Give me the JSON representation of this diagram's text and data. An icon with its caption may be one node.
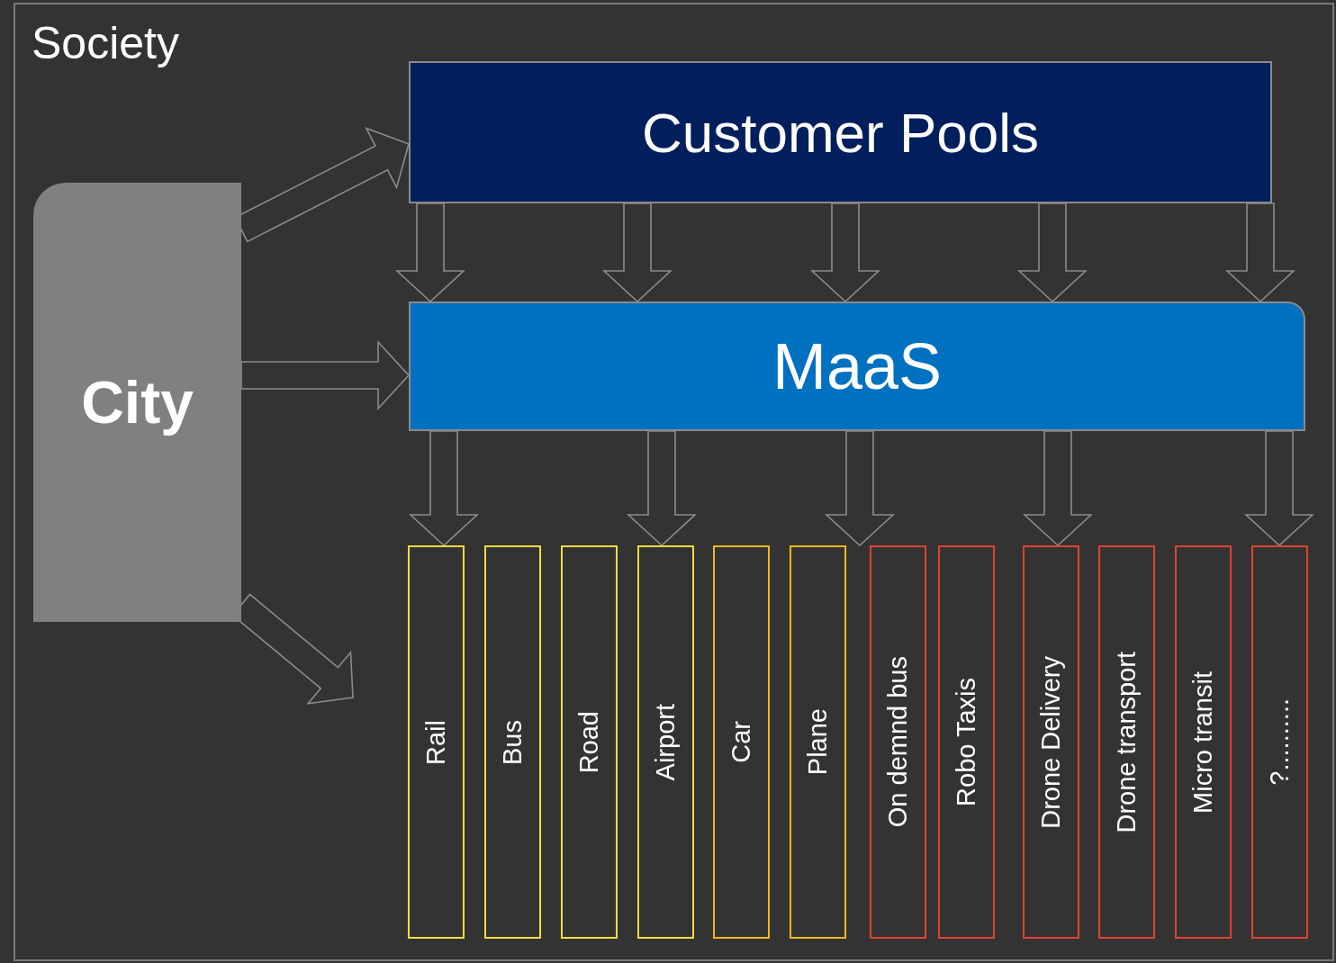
{
  "diagram": {
    "nodes": [
      {
        "text": [
          "Society"
        ]
      },
      {
        "text": [
          "City"
        ],
        "in": 0
      },
      {
        "text": [
          "Customer Pools"
        ],
        "in": 0
      },
      {
        "text": [
          "MaaS"
        ],
        "in": 0
      },
      {
        "text": [
          "Rail"
        ],
        "in": 0
      },
      {
        "text": [
          "Bus"
        ],
        "in": 0
      },
      {
        "text": [
          "Road"
        ],
        "in": 0
      },
      {
        "text": [
          "Airport"
        ],
        "in": 0
      },
      {
        "text": [
          "Car"
        ],
        "in": 0
      },
      {
        "text": [
          "Plane"
        ],
        "in": 0
      },
      {
        "text": [
          "On demnd bus"
        ],
        "in": 0
      },
      {
        "text": [
          "Robo Taxis"
        ],
        "in": 0
      },
      {
        "text": [
          "Drone Delivery"
        ],
        "in": 0
      },
      {
        "text": [
          "Drone transport"
        ],
        "in": 0
      },
      {
        "text": [
          "Micro transit"
        ],
        "in": 0
      },
      {
        "text": [
          "?.........."
        ],
        "in": 0
      }
    ],
    "edges": [
      {
        "from": 1,
        "to": 2,
        "arrow": "to"
      },
      {
        "from": 1,
        "to": 3,
        "arrow": "to"
      },
      {
        "from": 1,
        "to": null,
        "arrow": "to"
      },
      {
        "from": 2,
        "to": 3,
        "arrow": "to"
      },
      {
        "from": 2,
        "to": 3,
        "arrow": "to"
      },
      {
        "from": 2,
        "to": 3,
        "arrow": "to"
      },
      {
        "from": 2,
        "to": 3,
        "arrow": "to"
      },
      {
        "from": 2,
        "to": 3,
        "arrow": "to"
      },
      {
        "from": 3,
        "to": 4,
        "arrow": "to"
      },
      {
        "from": 3,
        "to": 7,
        "arrow": "to"
      },
      {
        "from": 3,
        "to": null,
        "arrow": "to"
      },
      {
        "from": 3,
        "to": 12,
        "arrow": "to"
      },
      {
        "from": 3,
        "to": 15,
        "arrow": "to"
      }
    ]
  }
}
